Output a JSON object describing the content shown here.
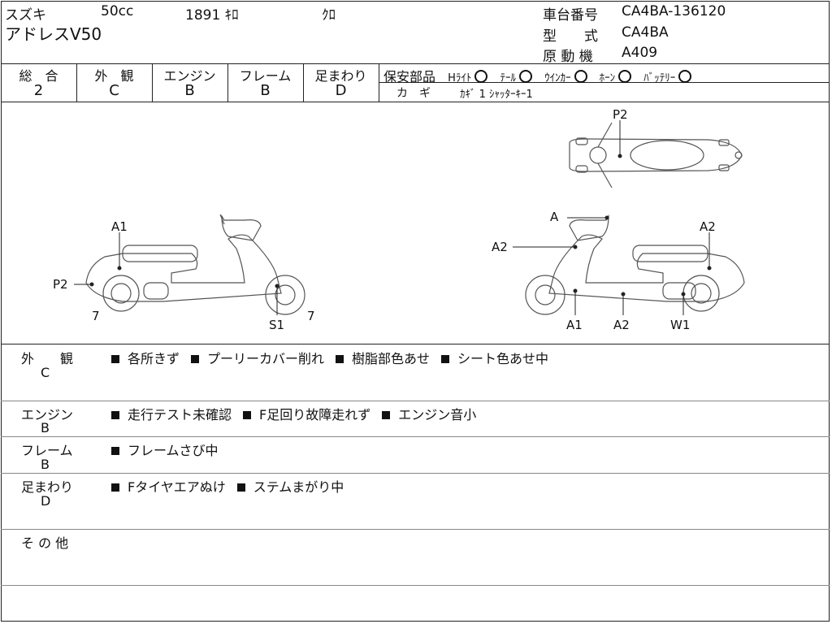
{
  "header": {
    "maker": "スズキ",
    "displacement": "50cc",
    "mileage": "1891 ｷﾛ",
    "color": "ｸﾛ",
    "model_name": "アドレスV50",
    "frame_no_label": "車台番号",
    "frame_no_value": "CA4BA-136120",
    "type_label": "型　　式",
    "type_value": "CA4BA",
    "engine_label": "原 動 機",
    "engine_value": "A409"
  },
  "grades": [
    {
      "label": "総　合",
      "value": "2"
    },
    {
      "label": "外　観",
      "value": "C"
    },
    {
      "label": "エンジン",
      "value": "B"
    },
    {
      "label": "フレーム",
      "value": "B"
    },
    {
      "label": "足まわり",
      "value": "D"
    }
  ],
  "safety": {
    "title": "保安部品",
    "items": [
      {
        "label": "Hﾗｲﾄ",
        "status": "O"
      },
      {
        "label": "ﾃｰﾙ",
        "status": "O"
      },
      {
        "label": "ｳｲﾝｶｰ",
        "status": "O"
      },
      {
        "label": "ﾎｰﾝ",
        "status": "O"
      },
      {
        "label": "ﾊﾞｯﾃﾘｰ",
        "status": "O"
      }
    ],
    "key_label": "カ　ギ",
    "key_value": "ｶｷﾞ 1 ｼｬｯﾀｰｷｰ1"
  },
  "diagram_labels": {
    "top_p2": "P2",
    "left_a1": "A1",
    "left_p2": "P2",
    "left_7a": "7",
    "left_s1": "S1",
    "left_7b": "7",
    "right_a": "A",
    "right_a2_top": "A2",
    "right_a2_rear": "A2",
    "right_a1_bottom": "A1",
    "right_a2_bottom": "A2",
    "right_w1": "W1"
  },
  "remarks": [
    {
      "label": "外　　観",
      "grade": "C",
      "items": [
        "各所きず",
        "プーリーカバー削れ",
        "樹脂部色あせ",
        "シート色あせ中"
      ]
    },
    {
      "label": "エンジン",
      "grade": "B",
      "items": [
        "走行テスト未確認",
        "F足回り故障走れず",
        "エンジン音小"
      ]
    },
    {
      "label": "フレーム",
      "grade": "B",
      "items": [
        "フレームさび中"
      ]
    },
    {
      "label": "足まわり",
      "grade": "D",
      "items": [
        "Fタイヤエアぬけ",
        "ステムまがり中"
      ]
    },
    {
      "label": "そ の 他",
      "grade": "",
      "items": []
    }
  ]
}
